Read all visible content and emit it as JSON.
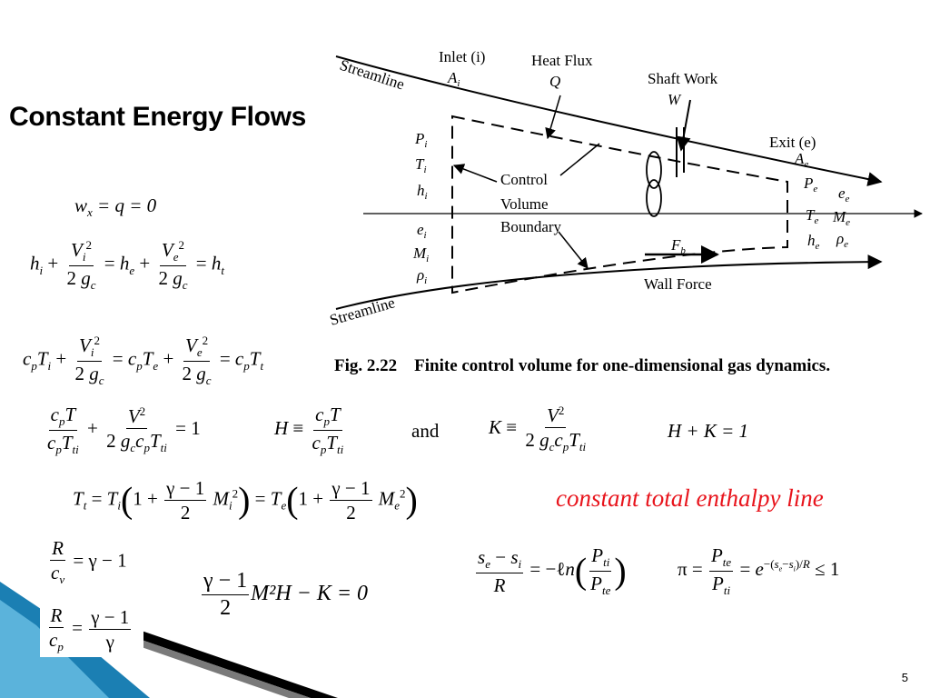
{
  "slide": {
    "title": "Constant Energy Flows",
    "page_number": "5",
    "note": "constant total enthalpy line"
  },
  "figure": {
    "caption": "Fig. 2.22 Finite control volume for one-dimensional gas dynamics.",
    "labels": {
      "streamline_top": "Streamline",
      "streamline_bottom": "Streamline",
      "inlet": "Inlet (i)",
      "inlet_area": "A",
      "inlet_area_sub": "i",
      "heat_flux": "Heat Flux",
      "heat_symbol": "Q",
      "shaft_work": "Shaft Work",
      "work_symbol": "W",
      "exit": "Exit (e)",
      "exit_area": "A",
      "exit_area_sub": "e",
      "control": "Control",
      "volume": "Volume",
      "boundary": "Boundary",
      "wall_force": "Wall Force",
      "force_symbol": "F",
      "force_sub": "b",
      "inlet_props": [
        {
          "sym": "P",
          "sub": "i"
        },
        {
          "sym": "T",
          "sub": "i"
        },
        {
          "sym": "h",
          "sub": "i"
        },
        {
          "sym": "e",
          "sub": "i"
        },
        {
          "sym": "M",
          "sub": "i"
        },
        {
          "sym": "ρ",
          "sub": "i"
        }
      ],
      "exit_props": [
        {
          "sym": "P",
          "sub": "e"
        },
        {
          "sym": "e",
          "sub": "e"
        },
        {
          "sym": "T",
          "sub": "e"
        },
        {
          "sym": "M",
          "sub": "e"
        },
        {
          "sym": "h",
          "sub": "e"
        },
        {
          "sym": "ρ",
          "sub": "e"
        }
      ]
    }
  },
  "equations": {
    "eq1": {
      "w": "w",
      "x": "x",
      "rest": " = q = 0"
    },
    "and_word": "and",
    "h_plus_k": "H + K = 1",
    "pi_rhs": "≤ 1",
    "last": "M²H − K = 0"
  }
}
